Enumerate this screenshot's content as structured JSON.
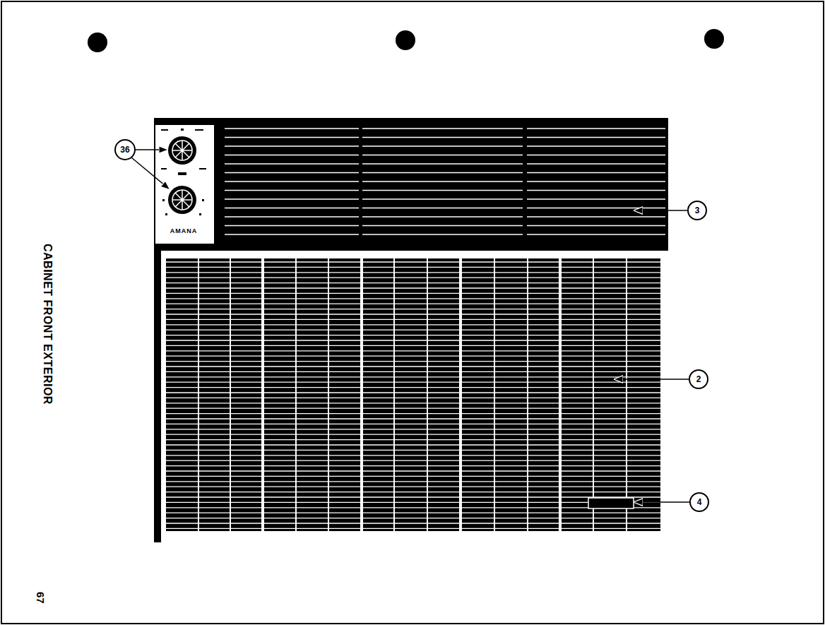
{
  "diagram": {
    "title": "CABINET FRONT EXTERIOR",
    "labels": [
      "AMANA",
      "36",
      "3",
      "2",
      "4",
      "67"
    ]
  }
}
